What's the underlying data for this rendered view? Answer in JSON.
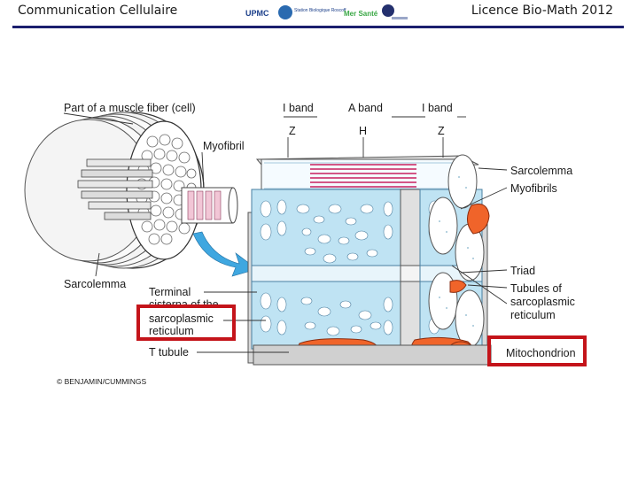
{
  "header": {
    "left_title": "Communication Cellulaire",
    "right_title": "Licence Bio-Math 2012",
    "logo_texts": [
      "UPMC",
      "Station Biologique Roscoff",
      "Mer Santé"
    ]
  },
  "diagram": {
    "labels": {
      "part_of_fiber": "Part of a muscle fiber (cell)",
      "myofibril": "Myofibril",
      "sarcolemma_left": "Sarcolemma",
      "terminal_line1": "Terminal",
      "terminal_line2": "cisterna of the",
      "sarcoplasmic_line1": "sarcoplasmic",
      "sarcoplasmic_line2": "reticulum",
      "t_tubule": "T tubule",
      "copyright": "© BENJAMIN/CUMMINGS",
      "i_band_1": "I band",
      "a_band": "A band",
      "i_band_2": "I band",
      "z_1": "Z",
      "h": "H",
      "z_2": "Z",
      "sarcolemma_right": "Sarcolemma",
      "myofibrils": "Myofibrils",
      "triad": "Triad",
      "tubules_line1": "Tubules of",
      "tubules_line2": "sarcoplasmic",
      "tubules_line3": "reticulum",
      "mitochondrion": "Mitochondrion"
    }
  },
  "colors": {
    "header_rule": "#1b1f6e",
    "highlight_box": "#c4141a",
    "reticulum_blue": "#bfe3f3",
    "mitochondrion_orange": "#f0642a",
    "filament_pink": "#c8205e"
  }
}
